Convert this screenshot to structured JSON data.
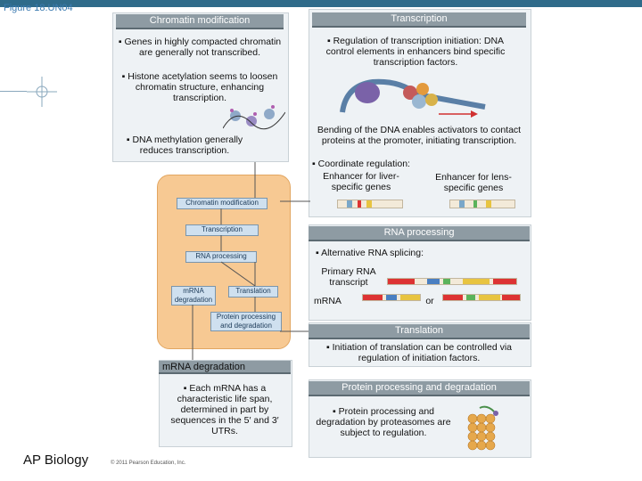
{
  "figure_label": "Figure 18.UN04",
  "footer": "AP Biology",
  "copyright": "© 2011 Pearson Education, Inc.",
  "chromatin": {
    "header": "Chromatin modification",
    "b1": "Genes in highly compacted chromatin are generally not transcribed.",
    "b2": "Histone acetylation seems to loosen chromatin structure, enhancing transcription.",
    "b3": "DNA methylation generally reduces transcription."
  },
  "transcription": {
    "header": "Transcription",
    "b1": "Regulation of transcription initiation: DNA control elements in enhancers bind specific transcription factors.",
    "bending": "Bending of the DNA enables activators to contact proteins at the promoter, initiating transcription.",
    "b2": "Coordinate regulation:",
    "enh1": "Enhancer for liver-specific genes",
    "enh2": "Enhancer for lens-specific genes"
  },
  "rna": {
    "header": "RNA processing",
    "b1": "Alternative RNA splicing:",
    "primary": "Primary RNA transcript",
    "mrna": "mRNA",
    "or": "or"
  },
  "translation": {
    "header": "Translation",
    "b1": "Initiation of translation can be controlled via regulation of initiation factors."
  },
  "protein": {
    "header": "Protein processing and degradation",
    "b1": "Protein processing and degradation by proteasomes are subject to regulation."
  },
  "degradation": {
    "header": "mRNA degradation",
    "b1": "Each mRNA has a characteristic life span, determined in part by sequences in the 5′ and 3′ UTRs."
  },
  "flow": {
    "chromatin": "Chromatin modification",
    "transcription": "Transcription",
    "rna": "RNA processing",
    "mrna_deg": "mRNA degradation",
    "translation": "Translation",
    "protein": "Protein processing and degradation"
  },
  "colors": {
    "header_gray": "#8e9ba3",
    "centre_orange": "#f7c993",
    "flowbox_blue": "#cfe0ef"
  }
}
